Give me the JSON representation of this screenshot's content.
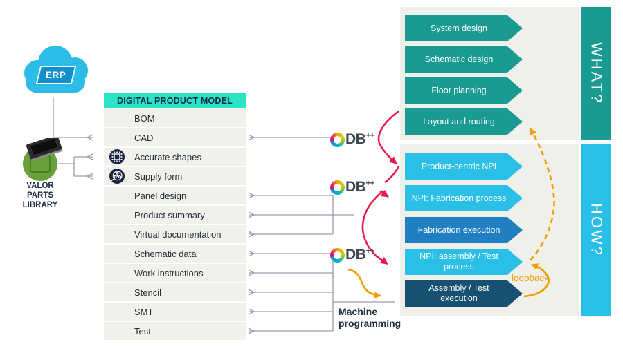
{
  "colors": {
    "teal": "#199a92",
    "cyan": "#29bfe6",
    "blue": "#1f7fc0",
    "navy": "#175070",
    "mint": "#2ae5c3",
    "red": "#e81a4b",
    "orange": "#f49b00",
    "gray": "#9b9cac",
    "cloud_blue": "#2bbde8",
    "erp_badge": "#1190cf",
    "valor_green": "#68a139",
    "dark": "#1f2a44",
    "row_bg": "#f1f1ec",
    "panel_bg": "#f0f0eb",
    "icon_navy": "#1b2440"
  },
  "erp": {
    "label": "ERP"
  },
  "valor": {
    "label": "VALOR\nPARTS\nLIBRARY"
  },
  "product_model": {
    "header": "DIGITAL PRODUCT MODEL",
    "items": [
      {
        "label": "BOM"
      },
      {
        "label": "CAD"
      },
      {
        "label": "Accurate shapes",
        "icon": "chip-icon"
      },
      {
        "label": "Supply form",
        "icon": "reel-icon"
      },
      {
        "label": "Panel design"
      },
      {
        "label": "Product summary"
      },
      {
        "label": "Virtual documentation"
      },
      {
        "label": "Schematic data"
      },
      {
        "label": "Work instructions"
      },
      {
        "label": "Stencil"
      },
      {
        "label": "SMT"
      },
      {
        "label": "Test"
      }
    ]
  },
  "what_panel": {
    "side_label": "WHAT?",
    "steps": [
      {
        "label": "System design"
      },
      {
        "label": "Schematic design"
      },
      {
        "label": "Floor planning"
      },
      {
        "label": "Layout and routing"
      }
    ]
  },
  "how_panel": {
    "side_label": "HOW?",
    "steps": [
      {
        "label": "Product-centric NPI",
        "color": "cyan"
      },
      {
        "label": "NPI: Fabrication process",
        "color": "cyan"
      },
      {
        "label": "Fabrication execution",
        "color": "blue"
      },
      {
        "label": "NPI: assembly / Test process",
        "color": "cyan"
      },
      {
        "label": "Assembly / Test execution",
        "color": "navy"
      }
    ]
  },
  "odb": {
    "db": "DB",
    "plus": "++"
  },
  "labels": {
    "loopback": "loopback",
    "machine_programming": "Machine\nprogramming"
  }
}
